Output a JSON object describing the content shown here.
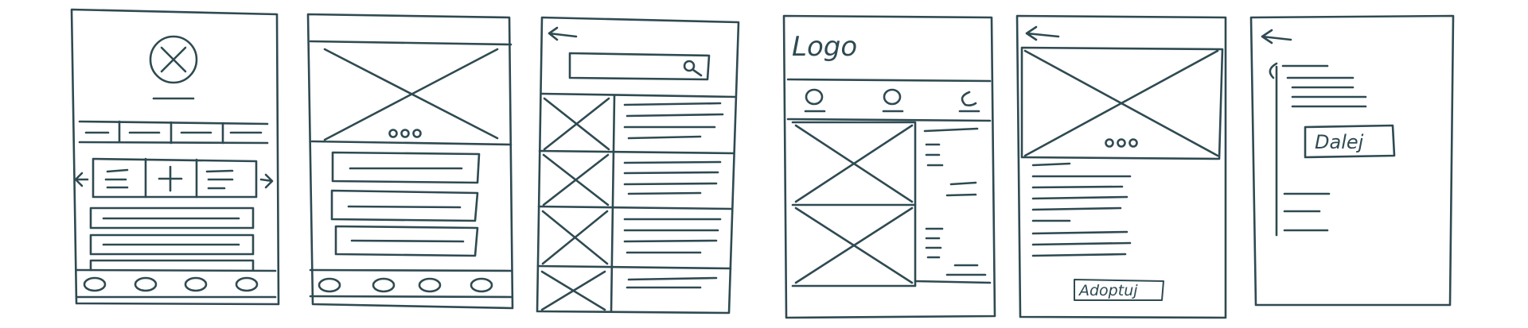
{
  "colors": {
    "ink": "#2f4a52",
    "paper": "#ffffff"
  },
  "wireframes": {
    "screen4": {
      "logo_text": "Logo"
    },
    "screen5": {
      "button_label": "Adoptuj"
    },
    "screen6": {
      "button_label": "Dalej"
    }
  },
  "icons": {
    "screen1": [
      "close-icon",
      "arrow-left-icon",
      "plus-icon",
      "arrow-right-icon"
    ],
    "screen2": [
      "image-placeholder",
      "carousel-dots-icon"
    ],
    "screen3": [
      "arrow-left-icon",
      "search-icon"
    ],
    "screen4": [
      "image-placeholder"
    ],
    "screen5": [
      "arrow-left-icon",
      "image-placeholder",
      "carousel-dots-icon"
    ],
    "screen6": [
      "arrow-left-icon"
    ]
  }
}
